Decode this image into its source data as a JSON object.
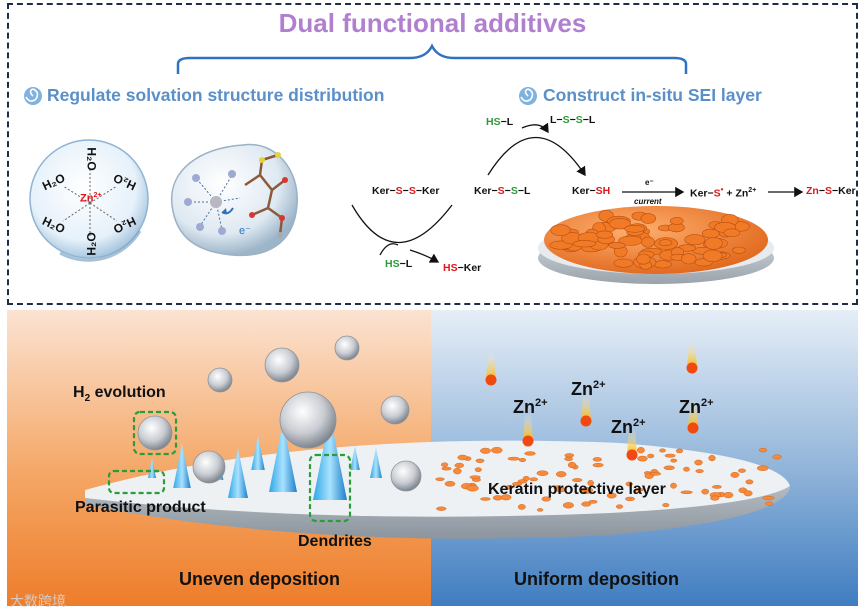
{
  "title": "Dual functional additives",
  "left_heading": "Regulate solvation structure distribution",
  "right_heading": "Construct in-situ SEI layer",
  "solvation": {
    "center": "Zn",
    "center_charge": "2+",
    "ligand": "H₂O",
    "electron": "e⁻"
  },
  "reaction": {
    "reactant1_a": "Ker",
    "reactant1_s1": "S",
    "reactant1_s2": "S",
    "reactant1_b": "Ker",
    "hs_l_bottom_hs": "HS",
    "hs_l_bottom_l": "L",
    "hs_ker_hs": "HS",
    "hs_ker_ker": "Ker",
    "mid_ker": "Ker",
    "mid_s1": "S",
    "mid_s2": "S",
    "mid_l": "L",
    "hs_l_top_hs": "HS",
    "hs_l_top_l": "L",
    "lssl_l1": "L",
    "lssl_s1": "S",
    "lssl_s2": "S",
    "lssl_l2": "L",
    "kersh_ker": "Ker",
    "kersh_sh": "SH",
    "electron": "e⁻",
    "current": "current",
    "radical_ker": "Ker",
    "radical_s": "S",
    "plus_zn": "+ Zn",
    "zn_charge": "2+",
    "product_zn": "Zn",
    "product_s": "S",
    "product_ker": "Ker"
  },
  "bottom": {
    "h2_evolution": "H",
    "h2_sub": "2",
    "h2_rest": " evolution",
    "parasitic": "Parasitic product",
    "dendrites": "Dendrites",
    "uneven": "Uneven deposition",
    "keratin": "Keratin protective layer",
    "uniform": "Uniform deposition",
    "zn_ions": [
      {
        "label": "Zn",
        "charge": "2+"
      },
      {
        "label": "Zn",
        "charge": "2+"
      },
      {
        "label": "Zn",
        "charge": "2+"
      },
      {
        "label": "Zn",
        "charge": "2+"
      }
    ]
  },
  "watermark": "大数跨境",
  "colors": {
    "title": "#b07fd0",
    "heading": "#5b8fc8",
    "sulfur": "#e0171b",
    "hs_green": "#2e9b3a",
    "uneven_bg": "#f08a3a",
    "uniform_bg": "#4a86c8"
  }
}
